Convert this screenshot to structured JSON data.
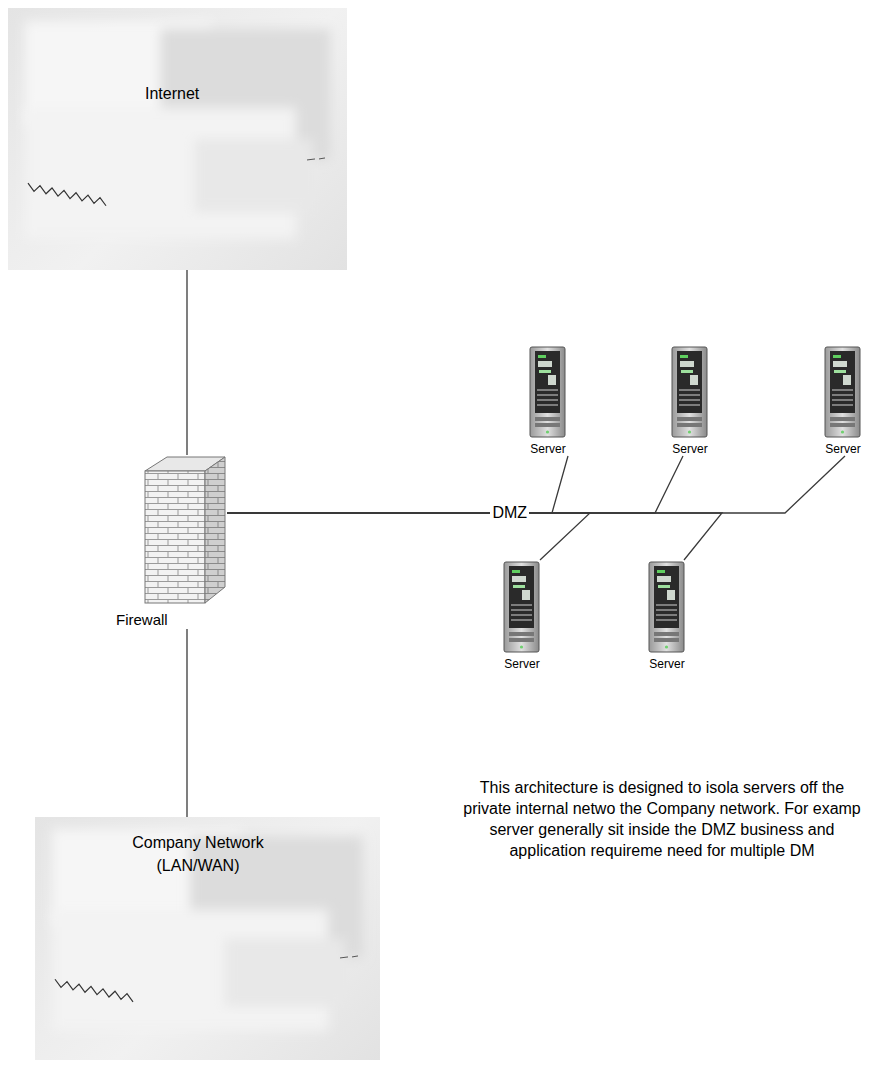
{
  "diagram": {
    "nodes": [
      {
        "text": [
          "Internet"
        ]
      },
      {
        "text": [
          "Firewall"
        ]
      },
      {
        "text": [
          "Server"
        ]
      },
      {
        "text": [
          "Server"
        ]
      },
      {
        "text": [
          "Server"
        ]
      },
      {
        "text": [
          "Server"
        ]
      },
      {
        "text": [
          "Server"
        ]
      },
      {
        "text": [
          "Company Network (LAN/WAN)"
        ]
      }
    ],
    "edges": [
      {
        "from": 0,
        "to": 1,
        "arrow": "none"
      },
      {
        "from": 1,
        "to": 2,
        "label": "DMZ",
        "arrow": "none"
      },
      {
        "from": 1,
        "to": 3,
        "arrow": "none"
      },
      {
        "from": 1,
        "to": 4,
        "arrow": "none"
      },
      {
        "from": 1,
        "to": 5,
        "arrow": "none"
      },
      {
        "from": 1,
        "to": 6,
        "arrow": "none"
      },
      {
        "from": 1,
        "to": 7,
        "arrow": "none"
      }
    ],
    "labels": [
      "This architecture is designed to isola servers off the private internal netwo the Company network. For examp server generally sit inside the DMZ business and application requireme need for multiple DM"
    ]
  }
}
